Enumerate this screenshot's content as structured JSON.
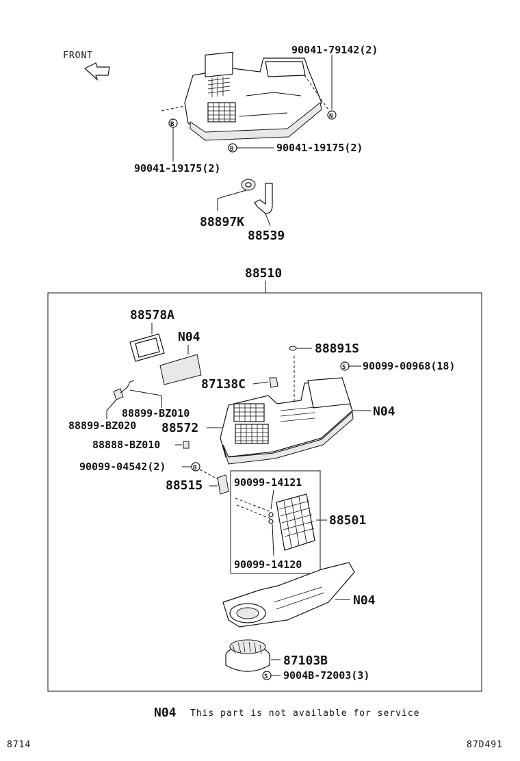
{
  "labels": {
    "front": "FRONT",
    "screw_n_top": "90041-79142(2)",
    "screw_b_right": "90041-19175(2)",
    "screw_b_left": "90041-19175(2)",
    "grommet": "88897K",
    "hose": "88539",
    "assembly": "88510",
    "filter_frame": "88578A",
    "n04_filter": "N04",
    "clip": "88891S",
    "screw_s_18": "90099-00968(18)",
    "actuator_small": "87138C",
    "n04_case_upper": "N04",
    "harness_1": "88899-BZ010",
    "harness_2": "88899-BZ020",
    "case": "88572",
    "connector": "88888-BZ010",
    "screw_b_2": "90099-04542(2)",
    "resistor": "88515",
    "clamp_1": "90099-14121",
    "evaporator": "88501",
    "clamp_2": "90099-14120",
    "n04_case_lower": "N04",
    "blower": "87103B",
    "screw_s_3": "9004B-72003(3)"
  },
  "callouts": {
    "n": "N",
    "b": "B",
    "s": "S"
  },
  "legend": {
    "code": "N04",
    "text": "This part is not available for service"
  },
  "footer": {
    "left": "8714",
    "right": "87D491"
  }
}
